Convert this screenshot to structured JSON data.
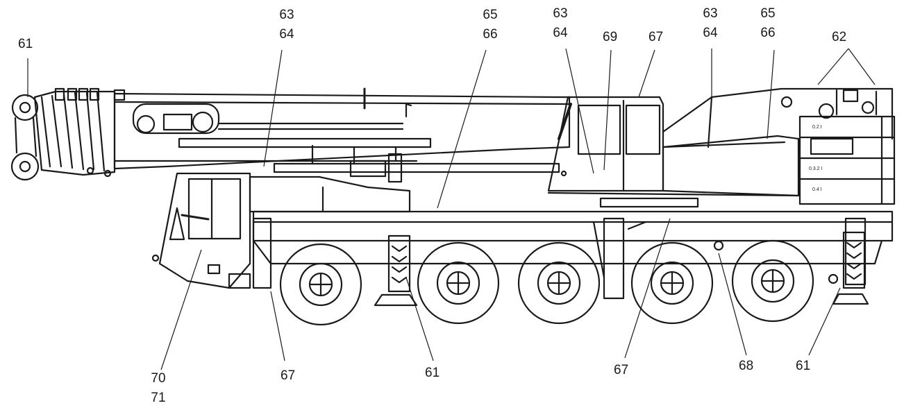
{
  "callouts": {
    "c61_top": "61",
    "c63_64_a": [
      "63",
      "64"
    ],
    "c65_66_a": [
      "65",
      "66"
    ],
    "c63_64_b": [
      "63",
      "64"
    ],
    "c69": "69",
    "c67_top": "67",
    "c63_64_c": [
      "63",
      "64"
    ],
    "c65_66_b": [
      "65",
      "66"
    ],
    "c62": "62",
    "c70_71": [
      "70",
      "71"
    ],
    "c67_left": "67",
    "c61_mid": "61",
    "c67_mid": "67",
    "c68": "68",
    "c61_right": "61"
  },
  "panel_marks": [
    "0.2 I",
    "0.3.2 I",
    "0.4 I"
  ],
  "colors": {
    "ink": "#1a1a1a",
    "background": "#ffffff"
  }
}
